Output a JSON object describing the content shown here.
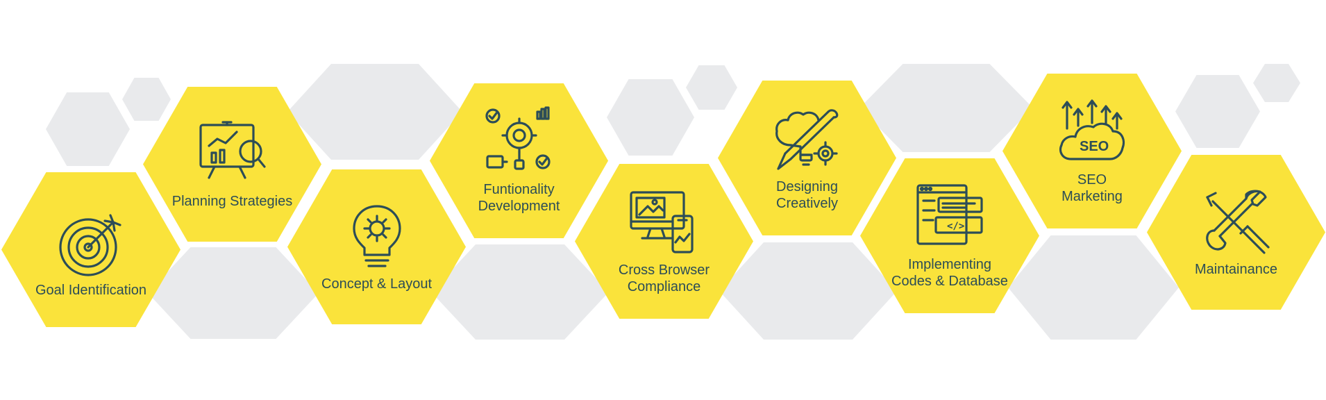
{
  "steps": [
    {
      "label": "Goal Identification",
      "icon": "target-icon"
    },
    {
      "label": "Planning Strategies",
      "icon": "presentation-chart-icon"
    },
    {
      "label": "Concept & Layout",
      "icon": "lightbulb-gear-icon"
    },
    {
      "label": "Funtionality\nDevelopment",
      "icon": "gear-process-icon"
    },
    {
      "label": "Cross Browser\nCompliance",
      "icon": "devices-icon"
    },
    {
      "label": "Designing\nCreatively",
      "icon": "creative-brain-icon"
    },
    {
      "label": "Implementing\nCodes & Database",
      "icon": "code-window-icon"
    },
    {
      "label": "SEO\nMarketing",
      "icon": "seo-cloud-icon"
    },
    {
      "label": "Maintainance",
      "icon": "wrench-screwdriver-icon"
    }
  ],
  "icon_text": {
    "seo": "SEO",
    "code": "</>"
  },
  "colors": {
    "yellow": "#fae33b",
    "gray": "#e9eaec",
    "ink": "#2c4d57"
  }
}
